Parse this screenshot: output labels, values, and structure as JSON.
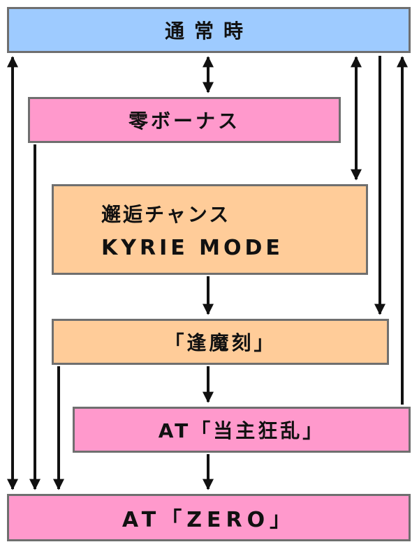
{
  "boxes": {
    "normal": "通常時",
    "rei_bonus": "零ボーナス",
    "kyrie_line1": "邂逅チャンス",
    "kyrie_line2": "KYRIE MODE",
    "oumakoku": "「逢魔刻」",
    "at_toushu": "AT「当主狂乱」",
    "at_zero": "AT「ZERO」"
  },
  "colors": {
    "blue": "#9ecbff",
    "pink": "#ff99cc",
    "peach": "#ffcc99",
    "border": "#6f6f6f",
    "arrow": "#111111"
  },
  "edges": [
    {
      "from": "normal",
      "to": "rei_bonus",
      "bidirectional": true
    },
    {
      "from": "normal",
      "to": "kyrie",
      "bidirectional": true
    },
    {
      "from": "normal",
      "to": "oumakoku",
      "bidirectional": false
    },
    {
      "from": "at_toushu",
      "to": "normal",
      "bidirectional": false
    },
    {
      "from": "normal",
      "to": "at_zero",
      "bidirectional": true
    },
    {
      "from": "rei_bonus",
      "to": "at_zero",
      "bidirectional": false
    },
    {
      "from": "oumakoku",
      "to": "at_zero",
      "bidirectional": false
    },
    {
      "from": "kyrie",
      "to": "oumakoku",
      "bidirectional": false
    },
    {
      "from": "oumakoku",
      "to": "at_toushu",
      "bidirectional": false
    },
    {
      "from": "at_toushu",
      "to": "at_zero",
      "bidirectional": false
    }
  ]
}
